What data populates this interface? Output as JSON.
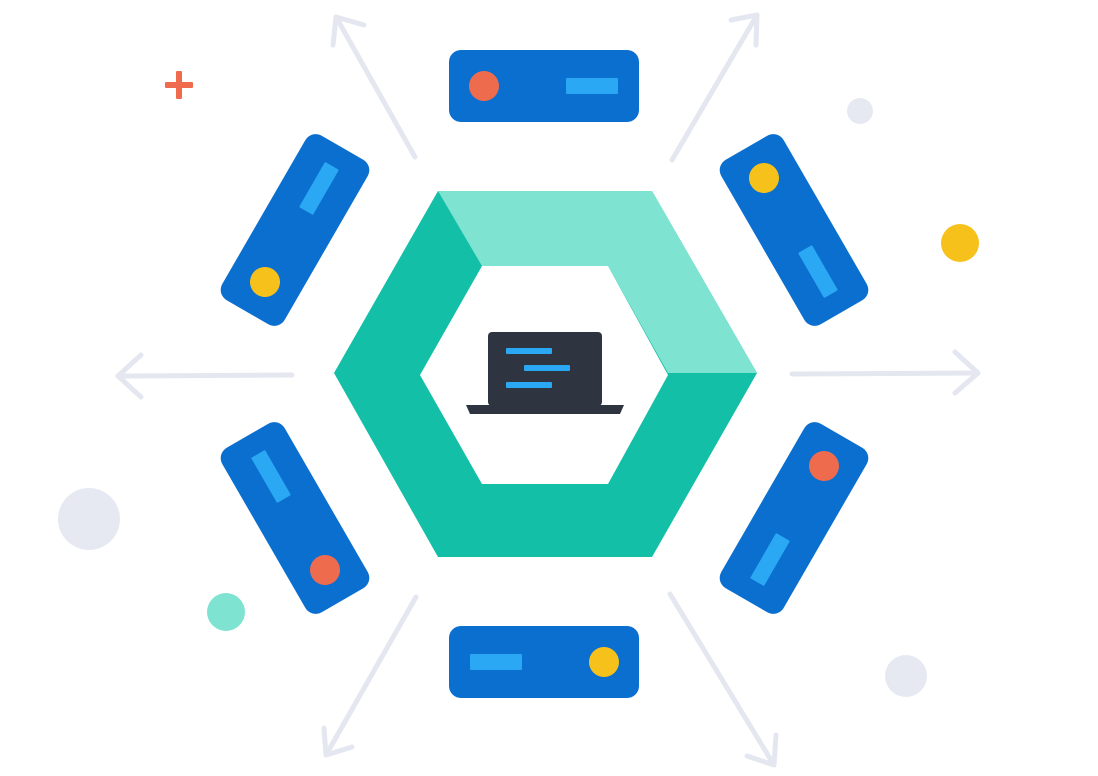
{
  "colors": {
    "background": "#ffffff",
    "arrow": "#e4e7f0",
    "server_body": "#0a6fcf",
    "server_slot": "#2ba8f4",
    "status_red": "#ef6b4d",
    "status_yellow": "#f7c11b",
    "hex_light": "#7fe3d1",
    "hex_dark": "#13bfa6",
    "laptop": "#2f3540",
    "code_line": "#2ba8f4",
    "plus": "#ef6b4d",
    "dot_gray": "#e6e9f2",
    "dot_yellow": "#f7c11b",
    "dot_teal": "#7fe3d1"
  },
  "icons": {
    "center": "laptop-icon",
    "nodes": "server-icon",
    "connectors": "arrow-icon",
    "decor_plus": "plus-icon",
    "decor_dots": "dot-icon"
  },
  "servers": [
    {
      "name": "server-top",
      "status": "red"
    },
    {
      "name": "server-upper-left",
      "status": "yellow"
    },
    {
      "name": "server-upper-right",
      "status": "yellow"
    },
    {
      "name": "server-lower-left",
      "status": "red"
    },
    {
      "name": "server-lower-right",
      "status": "red"
    },
    {
      "name": "server-bottom",
      "status": "yellow"
    }
  ]
}
